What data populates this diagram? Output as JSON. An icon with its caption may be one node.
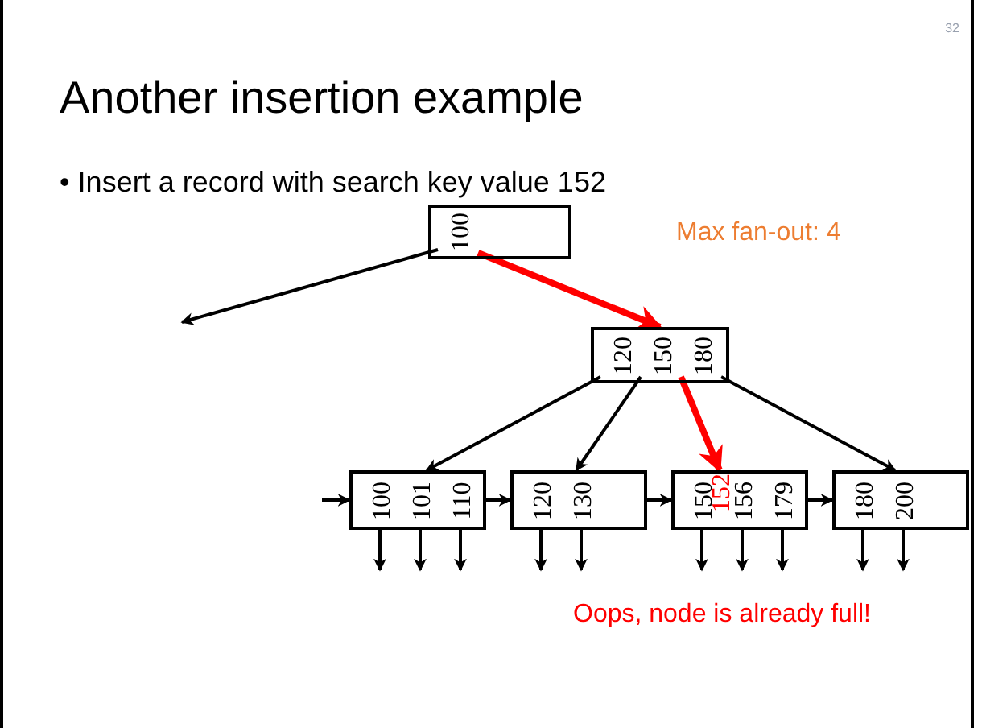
{
  "diagram": {
    "title": "Another insertion example",
    "nodes": [
      {
        "text": [
          "100"
        ]
      },
      {
        "text": [
          "120",
          "150",
          "180"
        ]
      },
      {
        "text": [
          "100",
          "101",
          "110"
        ]
      },
      {
        "text": [
          "120",
          "130"
        ]
      },
      {
        "text": [
          "150",
          "156",
          "179"
        ]
      },
      {
        "text": [
          "180",
          "200"
        ]
      }
    ],
    "edges": [
      {
        "from": 0,
        "to": null,
        "arrow": "to"
      },
      {
        "from": 0,
        "to": 1,
        "arrow": "to",
        "style": "thick",
        "color": "#ff0000"
      },
      {
        "from": 1,
        "to": 2,
        "arrow": "to"
      },
      {
        "from": 1,
        "to": 3,
        "arrow": "to"
      },
      {
        "from": 1,
        "to": 4,
        "arrow": "to",
        "style": "thick",
        "color": "#ff0000"
      },
      {
        "from": 1,
        "to": 5,
        "arrow": "to"
      },
      {
        "from": null,
        "to": 2,
        "arrow": "to"
      },
      {
        "from": 2,
        "to": 3,
        "arrow": "to"
      },
      {
        "from": 3,
        "to": 4,
        "arrow": "to"
      },
      {
        "from": 4,
        "to": 5,
        "arrow": "to"
      },
      {
        "from": 2,
        "to": null,
        "arrow": "to"
      },
      {
        "from": 2,
        "to": null,
        "arrow": "to"
      },
      {
        "from": 2,
        "to": null,
        "arrow": "to"
      },
      {
        "from": 3,
        "to": null,
        "arrow": "to"
      },
      {
        "from": 3,
        "to": null,
        "arrow": "to"
      },
      {
        "from": 4,
        "to": null,
        "arrow": "to"
      },
      {
        "from": 4,
        "to": null,
        "arrow": "to"
      },
      {
        "from": 4,
        "to": null,
        "arrow": "to"
      },
      {
        "from": 5,
        "to": null,
        "arrow": "to"
      },
      {
        "from": 5,
        "to": null,
        "arrow": "to"
      }
    ],
    "labels": [
      "32",
      "• Insert a record with search key value 152",
      "Max fan-out: 4",
      "152",
      "Oops, node is already full!"
    ]
  }
}
